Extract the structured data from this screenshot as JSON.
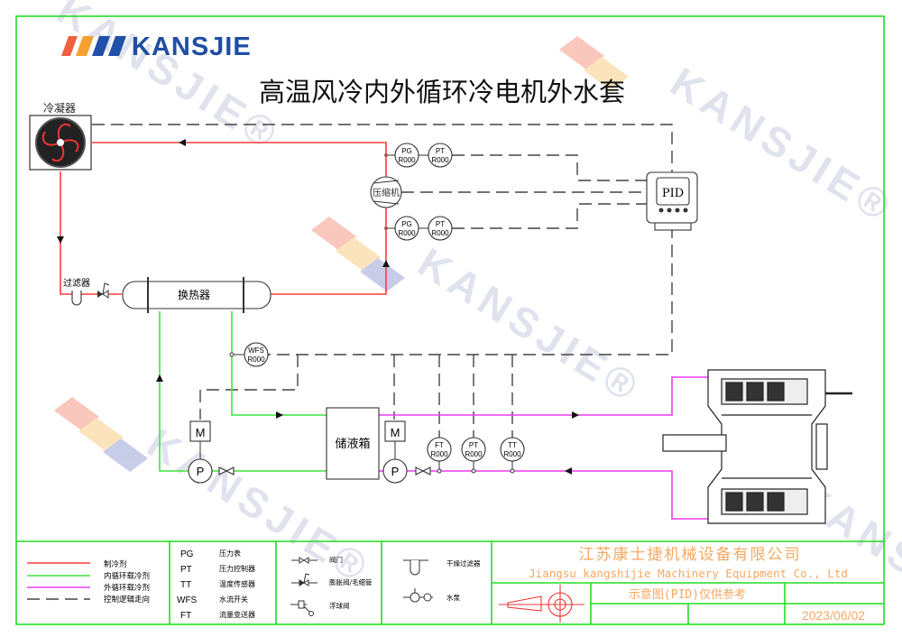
{
  "brand": {
    "name": "KANSJIE",
    "watermark": "KANSJIE®"
  },
  "title": "高温风冷内外循环冷电机外水套",
  "components": {
    "condenser": "冷凝器",
    "compressor": "压缩机",
    "heat_exchanger": "换热器",
    "filter": "过滤器",
    "tank": "储液箱",
    "controller": "PID",
    "motor_label": "M",
    "pump_label": "P"
  },
  "instruments": {
    "pg_top": {
      "tag": "PG",
      "id": "R000"
    },
    "pt_top": {
      "tag": "PT",
      "id": "R000"
    },
    "pg_bottom": {
      "tag": "PG",
      "id": "R000"
    },
    "pt_bottom": {
      "tag": "PT",
      "id": "R000"
    },
    "wfs": {
      "tag": "WFS",
      "id": "R000"
    },
    "ft": {
      "tag": "FT",
      "id": "R000"
    },
    "pt_outer": {
      "tag": "PT",
      "id": "R000"
    },
    "tt": {
      "tag": "TT",
      "id": "R000"
    }
  },
  "legend": {
    "lines": [
      {
        "label": "制冷剂",
        "color": "#ff3b3b"
      },
      {
        "label": "内循环载冷剂",
        "color": "#3ee43e"
      },
      {
        "label": "外循环载冷剂",
        "color": "#f03cf0"
      },
      {
        "label": "控制逻辑走向",
        "color": "#444444"
      }
    ],
    "abbreviations": [
      {
        "abbr": "PG",
        "desc": "压力表"
      },
      {
        "abbr": "PT",
        "desc": "压力控制器"
      },
      {
        "abbr": "TT",
        "desc": "温度传感器"
      },
      {
        "abbr": "WFS",
        "desc": "水流开关"
      },
      {
        "abbr": "FT",
        "desc": "流量变送器"
      }
    ],
    "symbols": [
      {
        "label": "阀门"
      },
      {
        "label": "膨胀阀/毛细管"
      },
      {
        "label": "浮球阀"
      },
      {
        "label": "干燥过滤器"
      },
      {
        "label": "水泵"
      }
    ]
  },
  "title_block": {
    "company_cn": "江苏康士捷机械设备有限公司",
    "company_en": "Jiangsu kangshijie Machinery Equipment Co., Ltd",
    "note": "示意图(PID)仅供参考",
    "date": "2023/06/02"
  }
}
